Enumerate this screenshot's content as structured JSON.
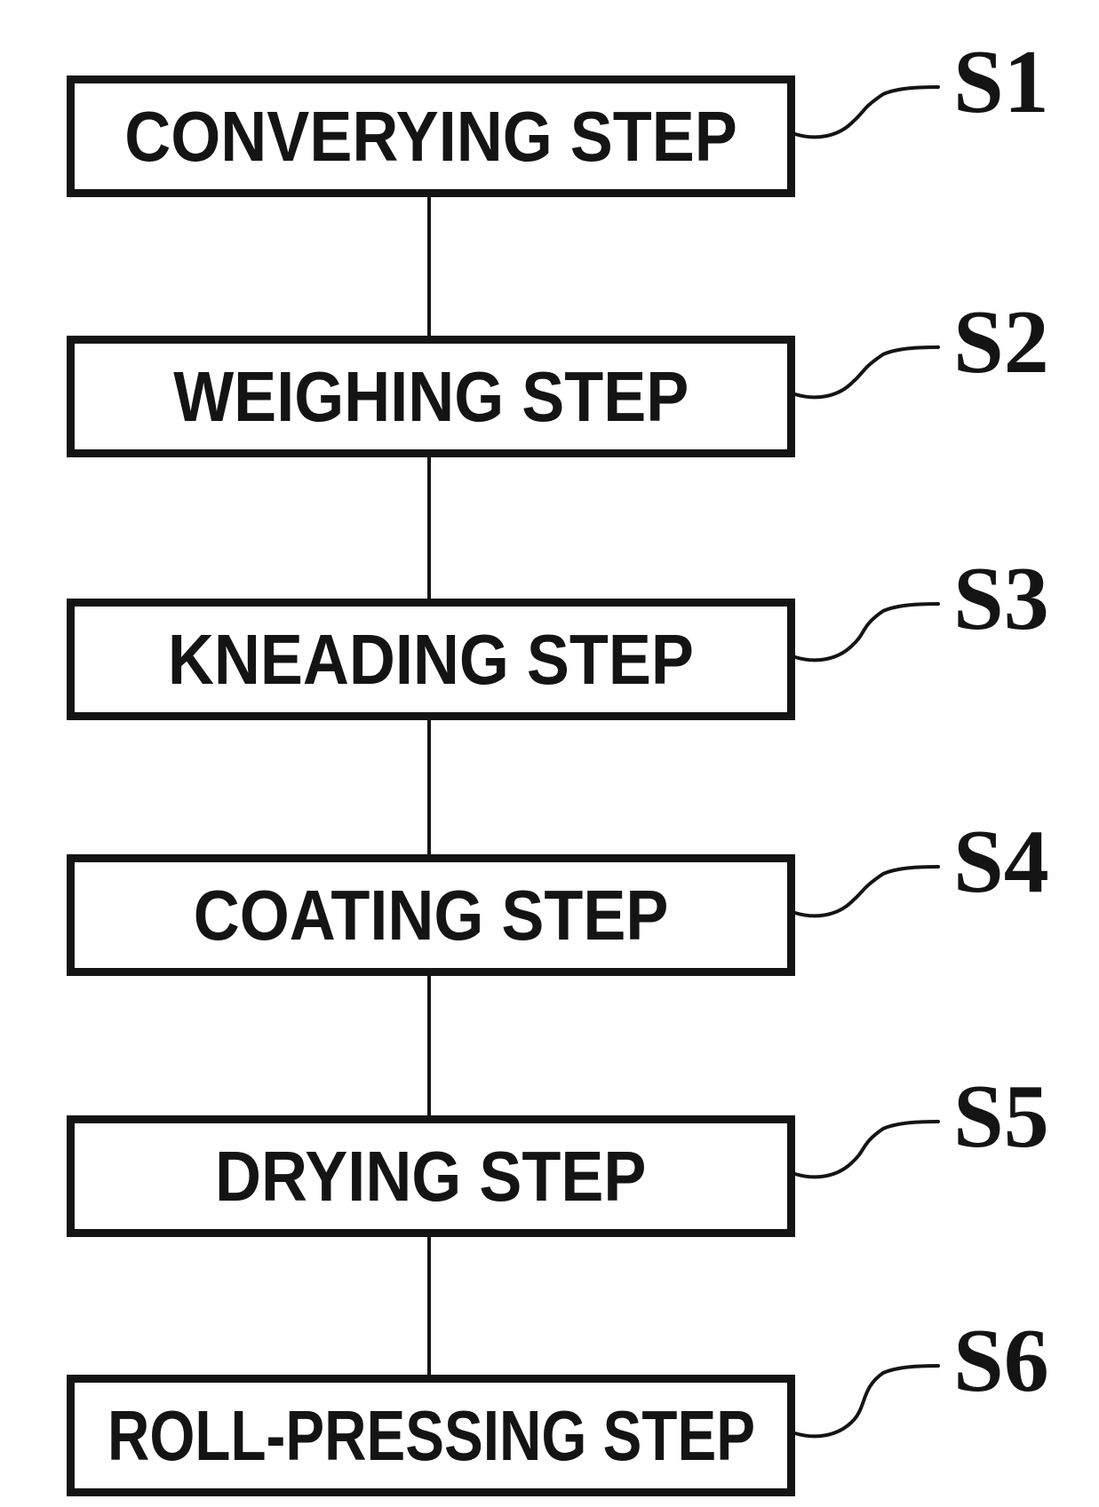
{
  "figure": {
    "type": "flowchart",
    "colors": {
      "ink": "#141414",
      "background": "#ffffff"
    },
    "steps": [
      {
        "label": "CONVERYING STEP",
        "ref": "S1"
      },
      {
        "label": "WEIGHING STEP",
        "ref": "S2"
      },
      {
        "label": "KNEADING STEP",
        "ref": "S3"
      },
      {
        "label": "COATING STEP",
        "ref": "S4"
      },
      {
        "label": "DRYING STEP",
        "ref": "S5"
      },
      {
        "label": "ROLL-PRESSING STEP",
        "ref": "S6"
      }
    ]
  }
}
